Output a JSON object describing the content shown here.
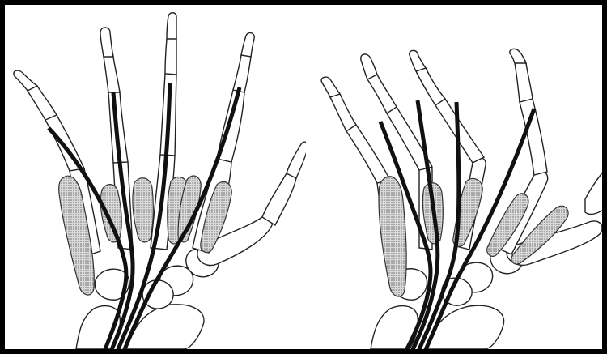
{
  "figure": {
    "panels": [
      {
        "id": "extended",
        "fingers": "extended"
      },
      {
        "id": "flexed",
        "fingers": "flexed"
      }
    ]
  },
  "colors": {
    "frame": "#000000",
    "background": "#ffffff",
    "bone_outline": "#222222",
    "tendon": "#111111",
    "muscle_stipple": "#9a9a9a"
  }
}
